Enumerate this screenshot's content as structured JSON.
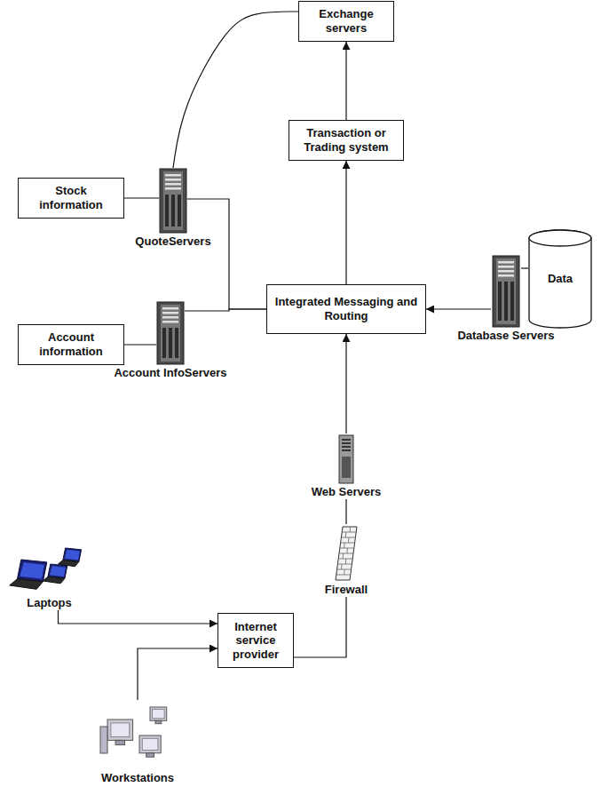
{
  "diagram": {
    "nodes": [
      {
        "text": [
          "Exchange servers"
        ]
      },
      {
        "text": [
          "Transaction or Trading system"
        ]
      },
      {
        "text": [
          "Stock information"
        ]
      },
      {
        "text": [
          "QuoteServers"
        ]
      },
      {
        "text": [
          "Data"
        ]
      },
      {
        "text": [
          "Database Servers"
        ]
      },
      {
        "text": [
          "Integrated Messaging and Routing"
        ]
      },
      {
        "text": [
          "Account information"
        ]
      },
      {
        "text": [
          "Account InfoServers"
        ]
      },
      {
        "text": [
          "Web Servers"
        ]
      },
      {
        "text": [
          "Laptops"
        ]
      },
      {
        "text": [
          "Firewall"
        ]
      },
      {
        "text": [
          "Internet service provider"
        ]
      },
      {
        "text": [
          "Workstations"
        ]
      }
    ],
    "edges": [
      {
        "from": 2,
        "to": 3,
        "arrow": "none"
      },
      {
        "from": 3,
        "to": 0,
        "arrow": "none"
      },
      {
        "from": 3,
        "to": 6,
        "arrow": "none"
      },
      {
        "from": 7,
        "to": 8,
        "arrow": "none"
      },
      {
        "from": 8,
        "to": 6,
        "arrow": "none"
      },
      {
        "from": 6,
        "to": 1,
        "arrow": "to"
      },
      {
        "from": 1,
        "to": 0,
        "arrow": "to"
      },
      {
        "from": 5,
        "to": 4,
        "arrow": "none"
      },
      {
        "from": 5,
        "to": 6,
        "arrow": "to"
      },
      {
        "from": 9,
        "to": 6,
        "arrow": "to"
      },
      {
        "from": 11,
        "to": 9,
        "arrow": "none"
      },
      {
        "from": 12,
        "to": 11,
        "arrow": "none"
      },
      {
        "from": 10,
        "to": 12,
        "arrow": "to"
      },
      {
        "from": 13,
        "to": 12,
        "arrow": "to"
      }
    ]
  }
}
